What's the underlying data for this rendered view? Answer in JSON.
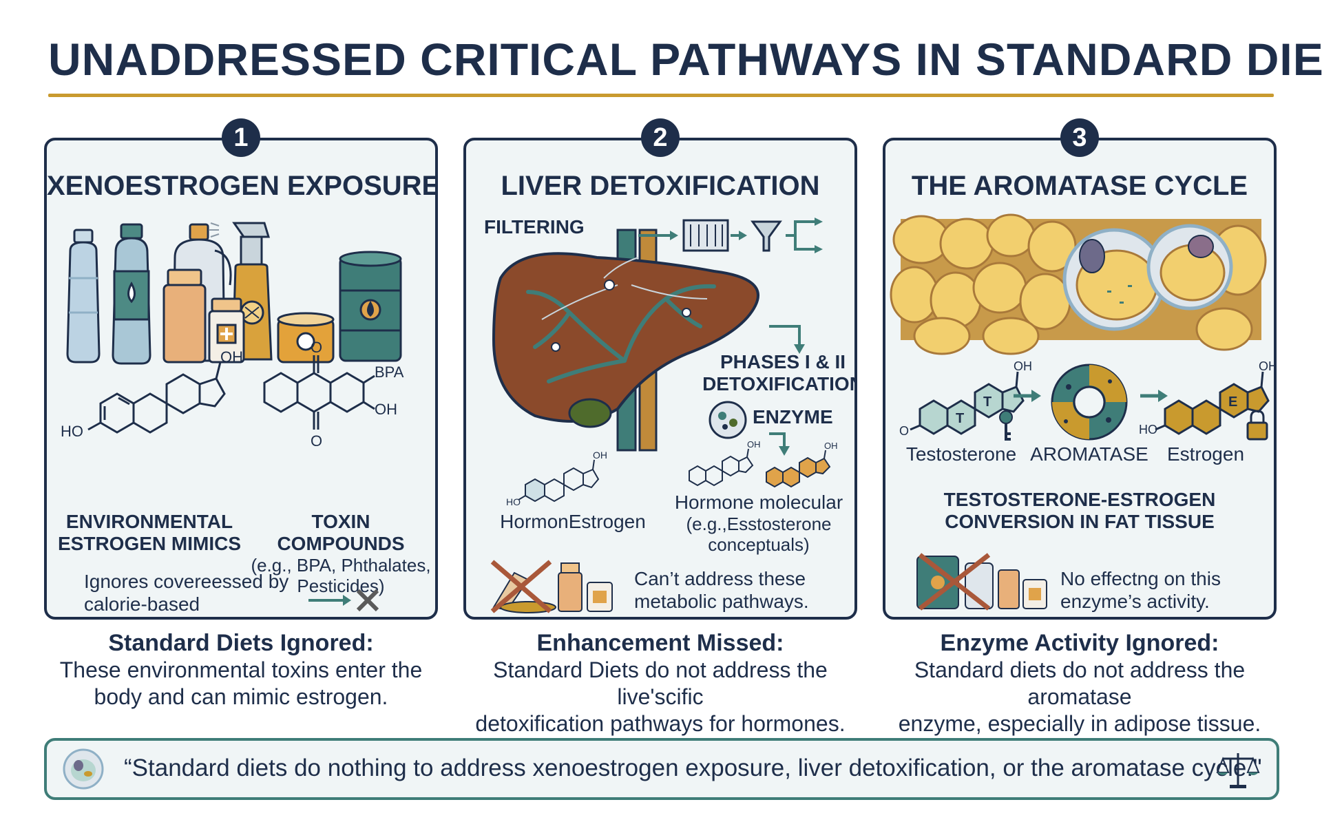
{
  "title": "UNADDRESSED CRITICAL PATHWAYS IN STANDARD DIETS",
  "colors": {
    "navy": "#1e2e4a",
    "gold": "#c99a2e",
    "teal": "#3f7d78",
    "panel_bg": "#f0f5f6",
    "liver": "#8b4a2b",
    "fat": "#f2cf6e"
  },
  "panels": [
    {
      "number": "1",
      "title": "XENOESTROGEN EXPOSURE",
      "icons": [
        "water-bottle-icon",
        "plastic-bottle-icon",
        "detergent-jug-icon",
        "spray-bottle-icon",
        "pill-bottle-icon",
        "food-can-icon",
        "oil-barrel-icon"
      ],
      "molecule1_labels": [
        "OH",
        "HO"
      ],
      "molecule2_labels": [
        "O",
        "O",
        "BPA",
        "OH"
      ],
      "label_left": [
        "ENVIRONMENTAL",
        "ESTROGEN MIMICS"
      ],
      "label_right": [
        "TOXIN COMPOUNDS",
        "(e.g., BPA, Phthalates,",
        "Pesticides)"
      ],
      "note": [
        "Ignores covereessed by",
        "calorie-based approaches."
      ]
    },
    {
      "number": "2",
      "title": "LIVER DETOXIFICATION",
      "filtering": "FILTERING",
      "phases": [
        "PHASES I & II",
        "DETOXIFICATION"
      ],
      "enzyme": "ENZYME",
      "hormone_left": "HormonEstrogen",
      "hormone_right": [
        "Hormone molecular",
        "(e.g.,Esstosterone",
        "conceptuals)"
      ],
      "mol_labels": [
        "OH",
        "HO",
        "OH",
        "OH"
      ],
      "note": [
        "Can’t address these",
        "metabolic pathways."
      ]
    },
    {
      "number": "3",
      "title": "THE AROMATASE CYCLE",
      "testosterone": "Testosterone",
      "aromatase": "AROMATASE",
      "estrogen": "Estrogen",
      "ring_letters": [
        "T",
        "T",
        "E"
      ],
      "mol_labels": [
        "OH",
        "O",
        "OH",
        "HO"
      ],
      "conversion": [
        "TESTOSTERONE-ESTROGEN",
        "CONVERSION IN FAT TISSUE"
      ],
      "note": [
        "No effectng on this",
        "enzyme’s activity."
      ]
    }
  ],
  "captions": [
    {
      "heading": "Standard Diets Ignored:",
      "lines": [
        "These environmental toxins enter the",
        "body and can mimic estrogen."
      ]
    },
    {
      "heading": "Enhancement Missed:",
      "lines": [
        "Standard Diets do not address the live'scific",
        "detoxification pathways for hormones."
      ]
    },
    {
      "heading": "Enzyme Activity Ignored:",
      "lines": [
        "Standard diets do not address the aromatase",
        "enzyme, especially in adipose tissue."
      ]
    }
  ],
  "quote": "“Standard diets do nothing to address xenoestrogen exposure, liver detoxification, or the aromatase cycle.\""
}
